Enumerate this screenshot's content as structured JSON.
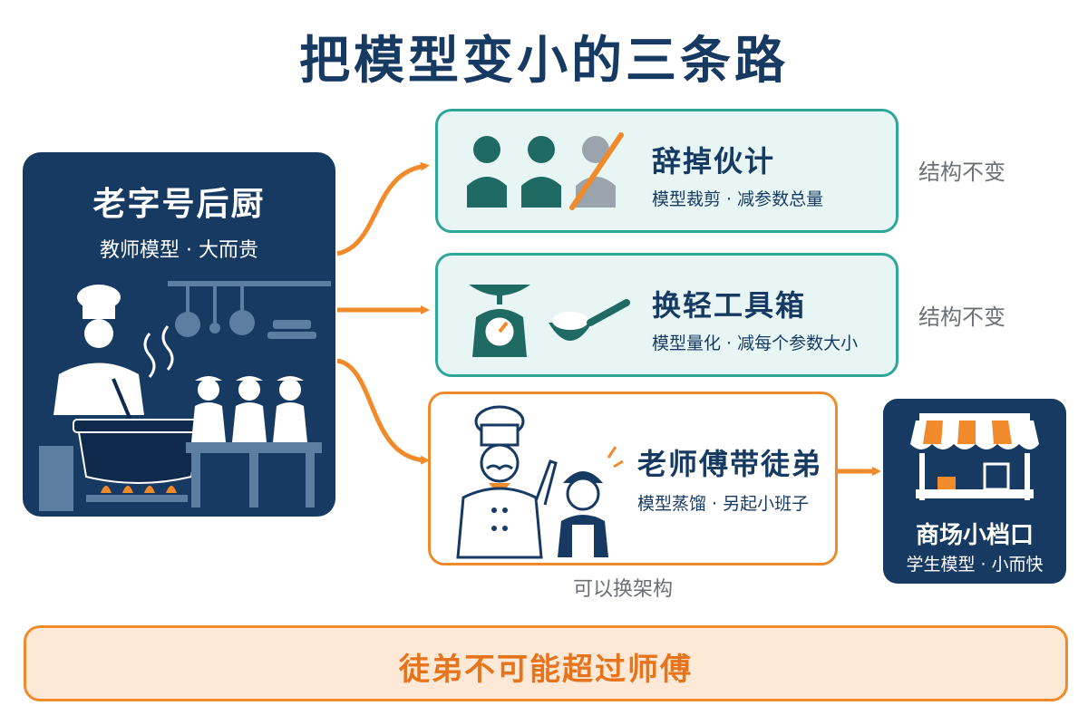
{
  "title": "把模型变小的三条路",
  "source": {
    "title": "老字号后厨",
    "subtitle": "教师模型 · 大而贵",
    "icon": "kitchen-illustration"
  },
  "paths": [
    {
      "title": "辞掉伙计",
      "subtitle": "模型裁剪 · 减参数总量",
      "note": "结构不变",
      "icon": "people-icon"
    },
    {
      "title": "换轻工具箱",
      "subtitle": "模型量化 · 减每个参数大小",
      "note": "结构不变",
      "icon": "scale-icon"
    },
    {
      "title": "老师傅带徒弟",
      "subtitle": "模型蒸馏 · 另起小班子",
      "note": "可以换架构",
      "icon": "chef-apprentice-icon"
    }
  ],
  "result": {
    "title": "商场小档口",
    "subtitle": "学生模型 · 小而快",
    "icon": "stall-icon"
  },
  "banner": "徒弟不可能超过师傅",
  "colors": {
    "navy": "#173a63",
    "teal": "#2fa69a",
    "teal_bg": "#e7f6f4",
    "orange": "#f08a2b",
    "banner_bg": "#fde9d6",
    "gray": "#6b6f76"
  }
}
